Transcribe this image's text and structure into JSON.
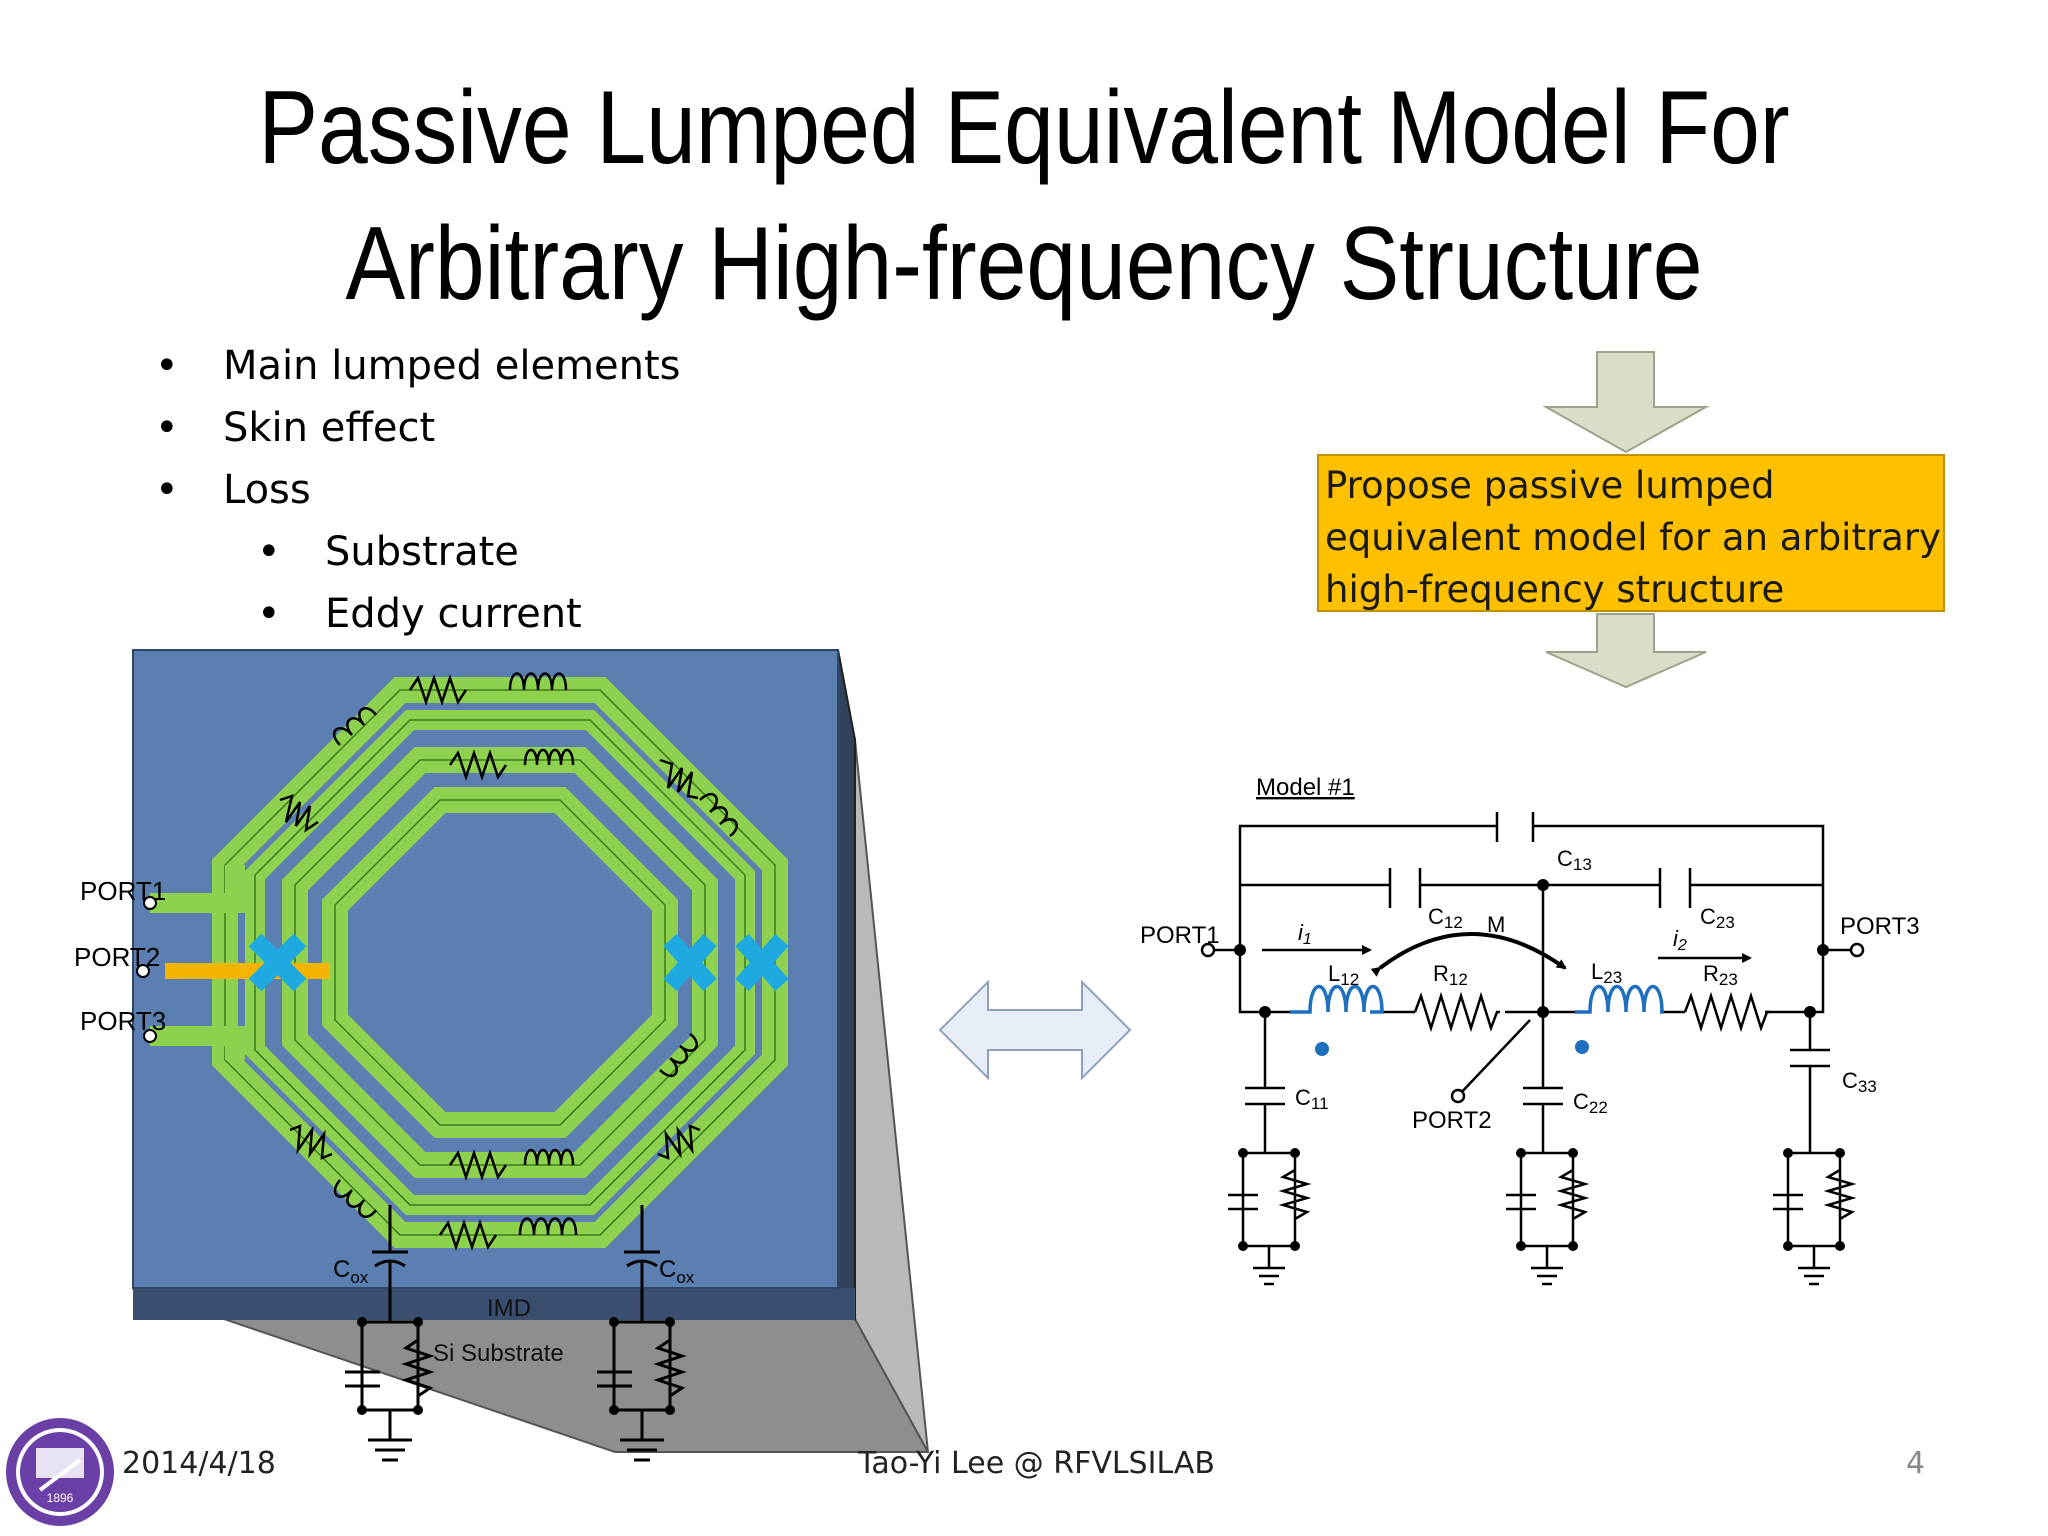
{
  "slide": {
    "title_line1": "Passive Lumped Equivalent Model For",
    "title_line2": "Arbitrary High-frequency Structure",
    "bullets": [
      {
        "text": "Main lumped elements",
        "level": 1
      },
      {
        "text": "Skin effect",
        "level": 1
      },
      {
        "text": "Loss",
        "level": 1
      },
      {
        "text": "Substrate",
        "level": 2
      },
      {
        "text": "Eddy current",
        "level": 2
      }
    ],
    "bullet_glyph": "•",
    "callout": {
      "lines": [
        "Propose passive lumped",
        "equivalent model for an arbitrary",
        "high-frequency structure"
      ],
      "color": "#ffc000"
    },
    "footer": {
      "date": "2014/4/18",
      "author": "Tao-Yi Lee @ RFVLSILAB",
      "page": "4"
    }
  },
  "inductor_figure": {
    "ports": [
      "PORT1",
      "PORT2",
      "PORT3"
    ],
    "cox": "C",
    "cox_sub": "ox",
    "layer_imd": "IMD",
    "layer_substrate": "Si Substrate",
    "colors": {
      "substrate": "#5b7fb0",
      "trace": "#8ed14f",
      "port2_trace": "#f5b400",
      "crossover": "#1fa9e1",
      "bottom": "#8e8e8e"
    }
  },
  "circuit": {
    "model_label": "Model #1",
    "ports": [
      "PORT1",
      "PORT2",
      "PORT3"
    ],
    "capacitors": {
      "C13": {
        "base": "C",
        "sub": "13"
      },
      "C12": {
        "base": "C",
        "sub": "12"
      },
      "C23": {
        "base": "C",
        "sub": "23"
      },
      "C11": {
        "base": "C",
        "sub": "11"
      },
      "C22": {
        "base": "C",
        "sub": "22"
      },
      "C33": {
        "base": "C",
        "sub": "33"
      }
    },
    "inductors": {
      "L12": {
        "base": "L",
        "sub": "12"
      },
      "L23": {
        "base": "L",
        "sub": "23"
      }
    },
    "resistors": {
      "R12": {
        "base": "R",
        "sub": "12"
      },
      "R23": {
        "base": "R",
        "sub": "23"
      }
    },
    "currents": {
      "i1": {
        "base": "i",
        "sub": "1"
      },
      "i2": {
        "base": "i",
        "sub": "2"
      }
    },
    "mutual": "M",
    "inductor_color": "#1f6fbf"
  },
  "logo": {
    "text": "1896"
  }
}
